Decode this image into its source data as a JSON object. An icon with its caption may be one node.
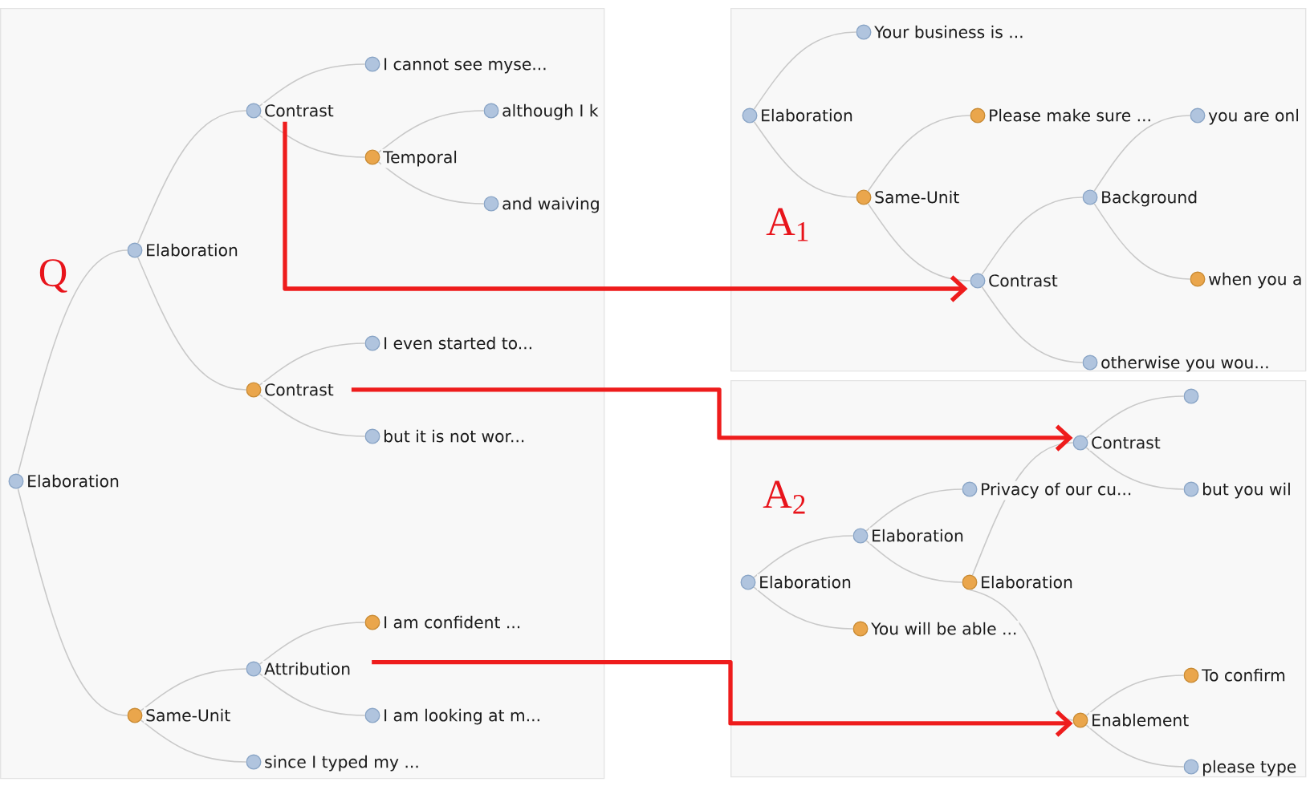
{
  "diagram": {
    "nodes": [
      {
        "text": [
          "Q"
        ]
      },
      {
        "text": [
          "Elaboration"
        ],
        "in": 0
      },
      {
        "text": [
          "Elaboration"
        ],
        "in": 0
      },
      {
        "text": [
          "Contrast"
        ],
        "in": 0
      },
      {
        "text": [
          "I cannot see myse..."
        ],
        "in": 0
      },
      {
        "text": [
          "Temporal"
        ],
        "in": 0
      },
      {
        "text": [
          "although I k"
        ],
        "in": 0
      },
      {
        "text": [
          "and waiving"
        ],
        "in": 0
      },
      {
        "text": [
          "Contrast"
        ],
        "in": 0
      },
      {
        "text": [
          "I even started to..."
        ],
        "in": 0
      },
      {
        "text": [
          "but it is not wor..."
        ],
        "in": 0
      },
      {
        "text": [
          "Same-Unit"
        ],
        "in": 0
      },
      {
        "text": [
          "Attribution"
        ],
        "in": 0
      },
      {
        "text": [
          "I am confident ..."
        ],
        "in": 0
      },
      {
        "text": [
          "I am looking at m..."
        ],
        "in": 0
      },
      {
        "text": [
          "since I typed my ..."
        ],
        "in": 0
      },
      {
        "text": [
          "A$_{1}$"
        ]
      },
      {
        "text": [
          "Elaboration"
        ],
        "in": 16
      },
      {
        "text": [
          "Your business is ..."
        ],
        "in": 16
      },
      {
        "text": [
          "Same-Unit"
        ],
        "in": 16
      },
      {
        "text": [
          "Please make sure ..."
        ],
        "in": 16
      },
      {
        "text": [
          "Contrast"
        ],
        "in": 16
      },
      {
        "text": [
          "Background"
        ],
        "in": 16
      },
      {
        "text": [
          "you are onl"
        ],
        "in": 16
      },
      {
        "text": [
          "when you a"
        ],
        "in": 16
      },
      {
        "text": [
          "otherwise you wou..."
        ],
        "in": 16
      },
      {
        "text": [
          "A$_{2}$"
        ]
      },
      {
        "text": [
          "Elaboration"
        ],
        "in": 26
      },
      {
        "text": [
          "Elaboration"
        ],
        "in": 26
      },
      {
        "text": [
          "Privacy of our cu..."
        ],
        "in": 26
      },
      {
        "text": [
          "Elaboration"
        ],
        "in": 26
      },
      {
        "text": [
          "Contrast"
        ],
        "in": 26
      },
      {
        "text": [],
        "shape": "circle",
        "in": 26
      },
      {
        "text": [
          "but you wil"
        ],
        "in": 26
      },
      {
        "text": [
          "Enablement"
        ],
        "in": 26
      },
      {
        "text": [
          "To confirm"
        ],
        "in": 26
      },
      {
        "text": [
          "please type"
        ],
        "in": 26
      },
      {
        "text": [
          "You will be able ..."
        ],
        "in": 26
      }
    ],
    "edges": [
      {
        "from": 1,
        "to": 2,
        "arrow": "none"
      },
      {
        "from": 2,
        "to": 3,
        "arrow": "none"
      },
      {
        "from": 3,
        "to": 4,
        "arrow": "none"
      },
      {
        "from": 3,
        "to": 5,
        "arrow": "none"
      },
      {
        "from": 5,
        "to": 6,
        "arrow": "none"
      },
      {
        "from": 5,
        "to": 7,
        "arrow": "none"
      },
      {
        "from": 2,
        "to": 8,
        "arrow": "none"
      },
      {
        "from": 8,
        "to": 9,
        "arrow": "none"
      },
      {
        "from": 8,
        "to": 10,
        "arrow": "none"
      },
      {
        "from": 1,
        "to": 11,
        "arrow": "none"
      },
      {
        "from": 11,
        "to": 12,
        "arrow": "none"
      },
      {
        "from": 12,
        "to": 13,
        "arrow": "none"
      },
      {
        "from": 12,
        "to": 14,
        "arrow": "none"
      },
      {
        "from": 11,
        "to": 15,
        "arrow": "none"
      },
      {
        "from": 17,
        "to": 18,
        "arrow": "none"
      },
      {
        "from": 17,
        "to": 19,
        "arrow": "none"
      },
      {
        "from": 19,
        "to": 20,
        "arrow": "none"
      },
      {
        "from": 19,
        "to": 21,
        "arrow": "none"
      },
      {
        "from": 21,
        "to": 22,
        "arrow": "none"
      },
      {
        "from": 22,
        "to": 23,
        "arrow": "none"
      },
      {
        "from": 22,
        "to": 24,
        "arrow": "none"
      },
      {
        "from": 21,
        "to": 25,
        "arrow": "none"
      },
      {
        "from": 27,
        "to": 28,
        "arrow": "none"
      },
      {
        "from": 28,
        "to": 29,
        "arrow": "none"
      },
      {
        "from": 28,
        "to": 30,
        "arrow": "none"
      },
      {
        "from": 30,
        "to": 31,
        "arrow": "none"
      },
      {
        "from": 31,
        "to": 32,
        "arrow": "none"
      },
      {
        "from": 31,
        "to": 33,
        "arrow": "none"
      },
      {
        "from": 30,
        "to": 34,
        "arrow": "none"
      },
      {
        "from": 34,
        "to": 35,
        "arrow": "none"
      },
      {
        "from": 34,
        "to": 36,
        "arrow": "none"
      },
      {
        "from": 27,
        "to": 37,
        "arrow": "none"
      },
      {
        "from": 3,
        "to": 21,
        "arrow": "to",
        "style": "thick",
        "color": "#ee1c1c"
      },
      {
        "from": 8,
        "to": 31,
        "arrow": "to",
        "style": "thick",
        "color": "#ee1c1c"
      },
      {
        "from": 12,
        "to": 34,
        "arrow": "to",
        "style": "thick",
        "color": "#ee1c1c"
      }
    ]
  }
}
